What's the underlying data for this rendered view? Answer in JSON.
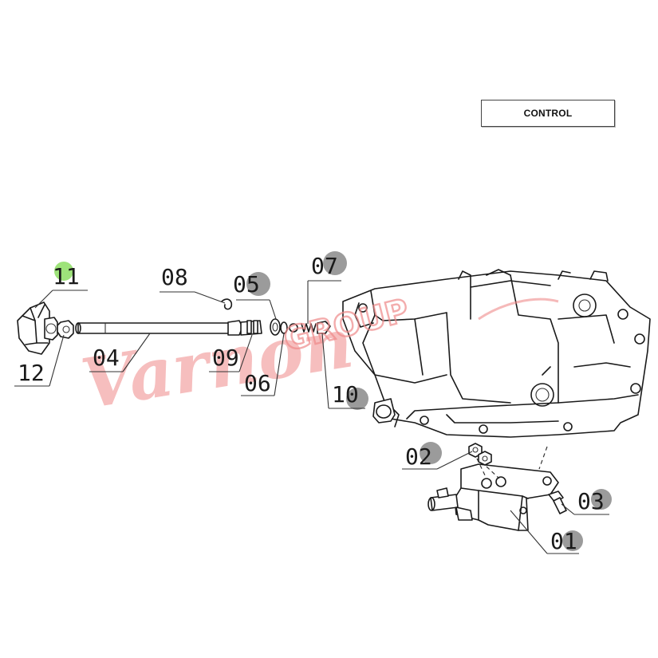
{
  "title_box": {
    "text": "CONTROL"
  },
  "callouts": [
    {
      "id": "c11",
      "text": "11",
      "highlighted": true
    },
    {
      "id": "c08",
      "text": "08",
      "highlighted": false
    },
    {
      "id": "c05",
      "text": "05",
      "highlighted": false
    },
    {
      "id": "c07",
      "text": "07",
      "highlighted": false
    },
    {
      "id": "c12",
      "text": "12",
      "highlighted": false
    },
    {
      "id": "c04",
      "text": "04",
      "highlighted": false
    },
    {
      "id": "c09",
      "text": "09",
      "highlighted": false
    },
    {
      "id": "c06",
      "text": "06",
      "highlighted": false
    },
    {
      "id": "c10",
      "text": "10",
      "highlighted": false
    },
    {
      "id": "c02",
      "text": "02",
      "highlighted": false
    },
    {
      "id": "c03",
      "text": "03",
      "highlighted": false
    },
    {
      "id": "c01",
      "text": "01",
      "highlighted": false
    }
  ],
  "watermark": {
    "script_text": "Varnon",
    "block_text": "GROUP"
  },
  "colors": {
    "line": "#1a1a1a",
    "highlight": "#9ee37a",
    "watermark": "#ef8a8a",
    "shade": "#8a8a8a"
  }
}
